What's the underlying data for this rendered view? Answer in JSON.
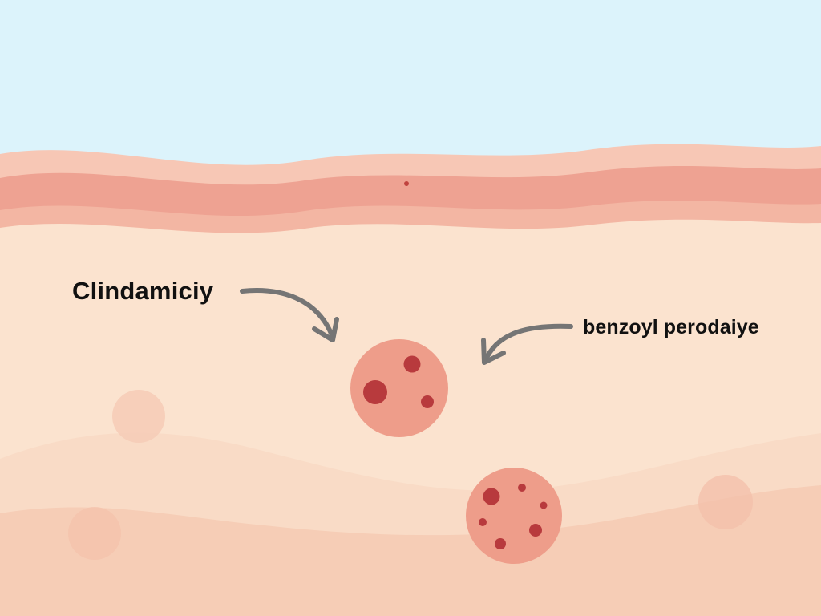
{
  "diagram": {
    "labels": {
      "left": "Clindamiciy",
      "right": "benzoyl perodaiye"
    },
    "colors": {
      "sky": "#dcf3fb",
      "epidermis_top": "#f7c7b5",
      "epidermis_band": "#eea292",
      "dermis": "#fbe3cf",
      "subcutis": "#f8d3bd",
      "lesion": "#ee9d8a",
      "lesion_spot": "#b83a3d",
      "arrow": "#757575"
    },
    "icons": [
      "skin-layers",
      "acne-lesion",
      "arrow-icon"
    ]
  }
}
